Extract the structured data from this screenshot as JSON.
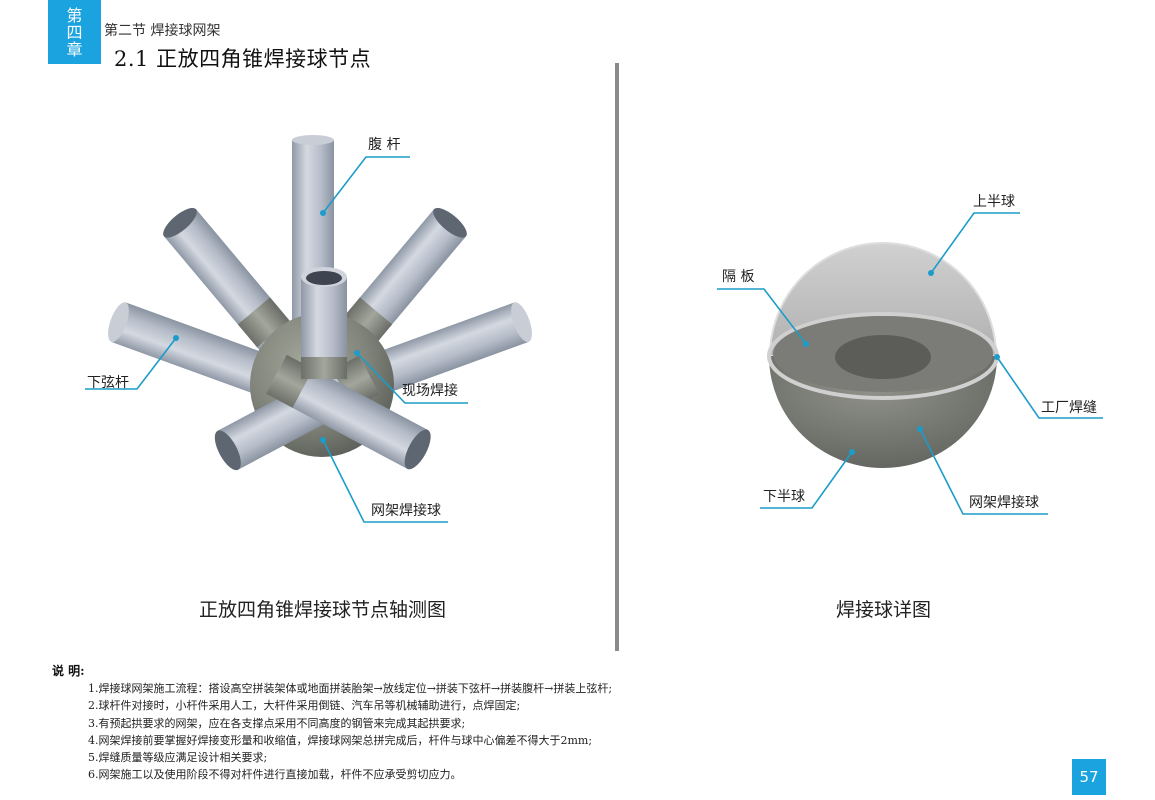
{
  "header": {
    "chapter_tab": [
      "第",
      "四",
      "章"
    ],
    "section": "第二节  焊接球网架",
    "title": "2.1  正放四角锥焊接球节点"
  },
  "colors": {
    "accent_blue": "#1ba3e0",
    "leader_line": "#1c9cc8",
    "divider": "#8a8a8a"
  },
  "figures": {
    "left": {
      "caption": "正放四角锥焊接球节点轴测图",
      "callouts": {
        "web_member": "腹  杆",
        "bottom_chord": "下弦杆",
        "field_weld": "现场焊接",
        "welded_ball": "网架焊接球"
      }
    },
    "right": {
      "caption": "焊接球详图",
      "callouts": {
        "upper_hemisphere": "上半球",
        "diaphragm": "隔  板",
        "factory_weld": "工厂焊缝",
        "lower_hemisphere": "下半球",
        "welded_ball": "网架焊接球"
      }
    }
  },
  "notes": {
    "heading": "说  明:",
    "items": [
      "1.焊接球网架施工流程：搭设高空拼装架体或地面拼装胎架→放线定位→拼装下弦杆→拼装腹杆→拼装上弦杆;",
      "2.球杆件对接时，小杆件采用人工，大杆件采用倒链、汽车吊等机械辅助进行，点焊固定;",
      "3.有预起拱要求的网架，应在各支撑点采用不同高度的钢管来完成其起拱要求;",
      "4.网架焊接前要掌握好焊接变形量和收缩值，焊接球网架总拼完成后，杆件与球中心偏差不得大于2mm;",
      "5.焊缝质量等级应满足设计相关要求;",
      "6.网架施工以及使用阶段不得对杆件进行直接加载，杆件不应承受剪切应力。"
    ]
  },
  "page_number": "57"
}
